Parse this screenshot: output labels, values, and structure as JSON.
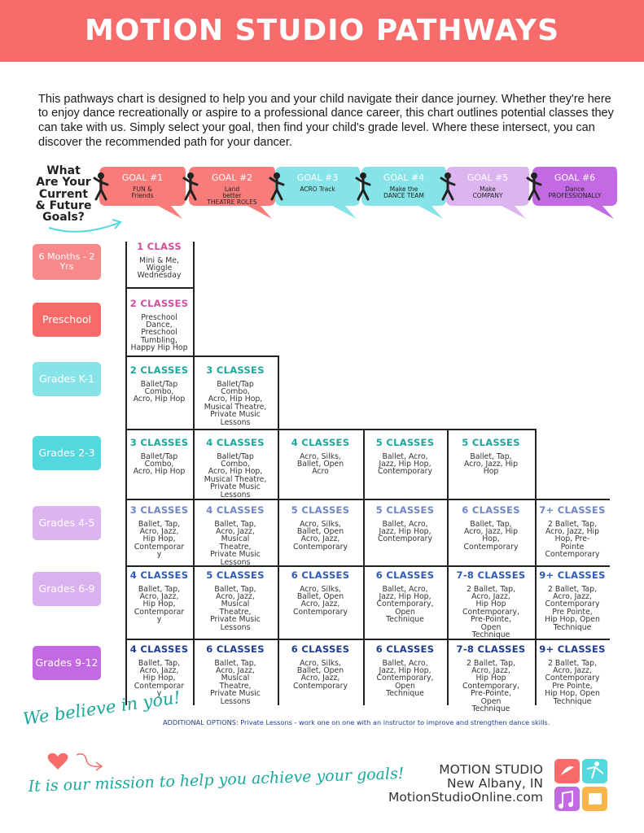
{
  "header": {
    "title": "MOTION STUDIO PATHWAYS",
    "bg": "#f86b6b"
  },
  "intro": "This pathways chart is designed to help you and your child navigate their dance journey. Whether they're here to enjoy dance recreationally or aspire to a professional dance career, this chart outlines potential classes they can take with us. Simply select your goal, then find your child's grade level. Where these intersect, you can discover the recommended path for your dancer.",
  "goals_question": [
    "What",
    "Are Your",
    "Current",
    "& Future",
    "Goals?"
  ],
  "goals": [
    {
      "label": "GOAL #1",
      "line1": "FUN &",
      "line2": "Friends",
      "color": "#f87d7a",
      "icon": "smiley-icon"
    },
    {
      "label": "GOAL #2",
      "line1": "Land",
      "line2": "better",
      "line3": "THEATRE ROLES",
      "color": "#f87d7a",
      "icon": "theatre-masks-icon"
    },
    {
      "label": "GOAL #3",
      "line1": "ACRO Track",
      "color": "#86e3e8",
      "icon": "acro-dancer-icon"
    },
    {
      "label": "GOAL #4",
      "line1": "Make the",
      "line2": "DANCE TEAM",
      "color": "#86e3e8",
      "icon": "dance-team-icon"
    },
    {
      "label": "GOAL #5",
      "line1": "Make",
      "line2": "COMPANY",
      "color": "#dcb5f0",
      "icon": "leaping-dancer-icon"
    },
    {
      "label": "GOAL #6",
      "line1": "Dance",
      "line2": "PROFESSIONALLY",
      "color": "#c469e4",
      "icon": "pro-dancer-icon"
    }
  ],
  "grades": [
    {
      "label": "6 Months - 2 Yrs",
      "color": "#f8898a"
    },
    {
      "label": "Preschool",
      "color": "#f86b6b"
    },
    {
      "label": "Grades K-1",
      "color": "#86e3e8"
    },
    {
      "label": "Grades 2-3",
      "color": "#54d8e0"
    },
    {
      "label": "Grades 4-5",
      "color": "#dcb5f0"
    },
    {
      "label": "Grades 6-9",
      "color": "#dab0ef"
    },
    {
      "label": "Grades 9-12",
      "color": "#c469e4"
    }
  ],
  "cells": [
    [
      {
        "count": "1 CLASS",
        "classes": "Mini & Me,\nWiggle\nWednesday",
        "color": "#d64b9c"
      }
    ],
    [
      {
        "count": "2 CLASSES",
        "classes": "Preschool\nDance,\nPreschool\nTumbling,\nHappy Hip Hop",
        "color": "#d64b9c"
      }
    ],
    [
      {
        "count": "2 CLASSES",
        "classes": "Ballet/Tap\nCombo,\nAcro,  Hip Hop",
        "color": "#1aa89d"
      },
      {
        "count": "3 CLASSES",
        "classes": "Ballet/Tap\nCombo,\nAcro,  Hip Hop,\nMusical Theatre,\nPrivate Music\nLessons",
        "color": "#1aa89d"
      }
    ],
    [
      {
        "count": "3 CLASSES",
        "classes": "Ballet/Tap\nCombo,\nAcro,  Hip Hop",
        "color": "#1aa89d"
      },
      {
        "count": "4 CLASSES",
        "classes": "Ballet/Tap\nCombo,\nAcro,  Hip Hop,\nMusical Theatre,\nPrivate Music\nLessons",
        "color": "#1aa89d"
      },
      {
        "count": "4 CLASSES",
        "classes": "Acro, Silks,\nBallet, Open\nAcro",
        "color": "#1aa89d"
      },
      {
        "count": "5 CLASSES",
        "classes": "Ballet, Acro,\nJazz, Hip Hop,\nContemporary",
        "color": "#1aa89d"
      },
      {
        "count": "5 CLASSES",
        "classes": "Ballet, Tap,\nAcro, Jazz, Hip\nHop",
        "color": "#1aa89d"
      }
    ],
    [
      {
        "count": "3 CLASSES",
        "classes": "Ballet, Tap,\nAcro, Jazz,\nHip Hop,\nContemporar\ny",
        "color": "#6d86c9"
      },
      {
        "count": "4 CLASSES",
        "classes": "Ballet, Tap,\nAcro, Jazz,\nMusical\nTheatre,\nPrivate Music\nLessons",
        "color": "#6d86c9"
      },
      {
        "count": "5 CLASSES",
        "classes": "Acro, Silks,\nBallet, Open\nAcro, Jazz,\nContemporary",
        "color": "#6d86c9"
      },
      {
        "count": "5 CLASSES",
        "classes": "Ballet, Acro,\nJazz, Hip Hop,\nContemporary",
        "color": "#6d86c9"
      },
      {
        "count": "6 CLASSES",
        "classes": "Ballet, Tap,\nAcro, Jazz, Hip\nHop,\nContemporary",
        "color": "#6d86c9"
      },
      {
        "count": "7+ CLASSES",
        "classes": "2 Ballet, Tap,\nAcro, Jazz, Hip\nHop, Pre-\nPointe\nContemporary",
        "color": "#6d86c9"
      }
    ],
    [
      {
        "count": "4 CLASSES",
        "classes": "Ballet, Tap,\nAcro, Jazz,\nHip Hop,\nContemporar\ny",
        "color": "#2e5bb8"
      },
      {
        "count": "5 CLASSES",
        "classes": "Ballet, Tap,\nAcro, Jazz,\nMusical\nTheatre,\nPrivate Music\nLessons",
        "color": "#2e5bb8"
      },
      {
        "count": "6 CLASSES",
        "classes": "Acro, Silks,\nBallet, Open\nAcro, Jazz,\nContemporary",
        "color": "#2e5bb8"
      },
      {
        "count": "6 CLASSES",
        "classes": "Ballet, Acro,\nJazz, Hip Hop,\nContemporary,\nOpen\nTechnique",
        "color": "#2e5bb8"
      },
      {
        "count": "7-8 CLASSES",
        "classes": "2 Ballet, Tap,\nAcro, Jazz,\nHip Hop\nContemporary,\nPre-Pointe,\nOpen\nTechnique",
        "color": "#2e5bb8"
      },
      {
        "count": "9+ CLASSES",
        "classes": "2 Ballet, Tap,\nAcro, Jazz,\nContemporary\nPre Pointe,\nHip Hop, Open\nTechnique",
        "color": "#2e5bb8"
      }
    ],
    [
      {
        "count": "4 CLASSES",
        "classes": "Ballet, Tap,\nAcro, Jazz,\nHip Hop,\nContemporar\ny",
        "color": "#1f3b8f"
      },
      {
        "count": "6 CLASSES",
        "classes": "Ballet, Tap,\nAcro, Jazz,\nMusical\nTheatre,\nPrivate Music\nLessons",
        "color": "#1f3b8f"
      },
      {
        "count": "6 CLASSES",
        "classes": "Acro, Silks,\nBallet, Open\nAcro, Jazz,\nContemporary",
        "color": "#1f3b8f"
      },
      {
        "count": "6 CLASSES",
        "classes": "Ballet, Acro,\nJazz, Hip Hop,\nContemporary,\nOpen\nTechnique",
        "color": "#1f3b8f"
      },
      {
        "count": "7-8 CLASSES",
        "classes": "2 Ballet, Tap,\nAcro, Jazz,\nHip Hop\nContemporary,\nPre-Pointe,\nOpen\nTechnique",
        "color": "#1f3b8f"
      },
      {
        "count": "9+ CLASSES",
        "classes": "2 Ballet, Tap,\nAcro, Jazz,\nContemporary\nPre Pointe,\nHip Hop, Open\nTechnique",
        "color": "#1f3b8f"
      }
    ]
  ],
  "additional": "ADDITIONAL OPTIONS: Private Lessons - work one on one with an instructor to improve and strengthen dance skills.",
  "believe": "We believe in you!",
  "mission": "It is our mission to help you achieve your goals!",
  "studio": {
    "name": "MOTION STUDIO",
    "city": "New Albany, IN",
    "site": "MotionStudioOnline.com"
  },
  "accent": "#1aa89d"
}
